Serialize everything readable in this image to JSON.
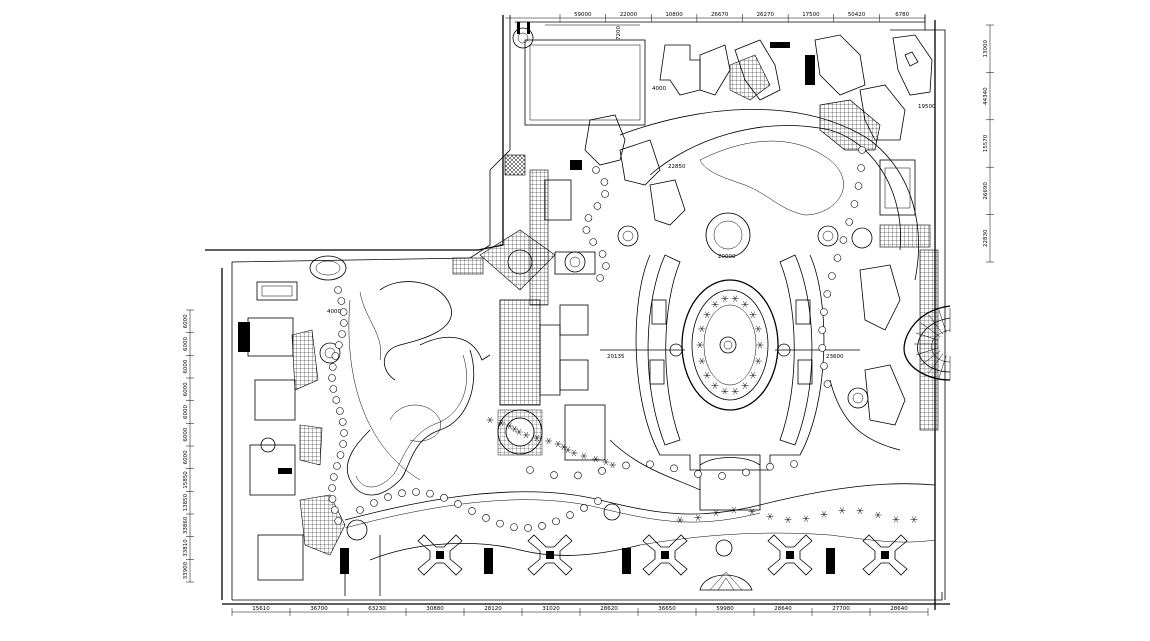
{
  "drawing": {
    "type": "landscape-site-plan",
    "style": "black-line CAD drawing on white"
  },
  "dimensions_top": [
    "59000",
    "22000",
    "10800",
    "26670",
    "26270",
    "17500",
    "50420",
    "6780"
  ],
  "dimensions_right": [
    "13000",
    "44340",
    "15570",
    "26690",
    "22830"
  ],
  "dimensions_bottom": [
    "15610",
    "36700",
    "63230",
    "30880",
    "28120",
    "31020",
    "28620",
    "36650",
    "59980",
    "28640",
    "27700",
    "28640"
  ],
  "dimensions_left": [
    "6000",
    "6000",
    "6000",
    "6000",
    "6000",
    "6000",
    "6000",
    "15850",
    "13850",
    "33860",
    "33810",
    "33900"
  ],
  "inner_labels": [
    "20000",
    "20135",
    "23600",
    "22850",
    "4000",
    "7200",
    "19500",
    "4000"
  ],
  "colors": {
    "line": "#000000",
    "background": "#ffffff"
  }
}
